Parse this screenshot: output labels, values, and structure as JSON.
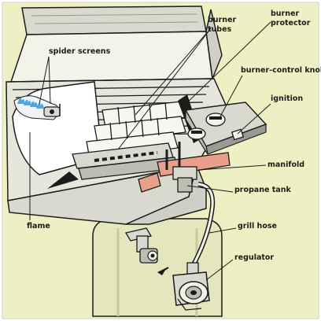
{
  "labels": {
    "burner_tubes_1": "burner",
    "burner_tubes_2": "tubes",
    "burner_protector_1": "burner",
    "burner_protector_2": "protector",
    "spider_screens": "spider screens",
    "burner_control_knob": "burner-control knob",
    "ignition": "ignition",
    "manifold": "manifold",
    "propane_tank": "propane tank",
    "flame": "flame",
    "grill_hose": "grill hose",
    "regulator": "regulator"
  },
  "colors": {
    "background": "#eef0c4",
    "outline": "#1c1c1c",
    "metal": "#d9d9cf",
    "metal_dark": "#9a9a92",
    "lid_inner": "#f3f3ea",
    "hot": "#e8a08a",
    "flame": "#4aa8e8",
    "tank": "#e4e6bd"
  }
}
